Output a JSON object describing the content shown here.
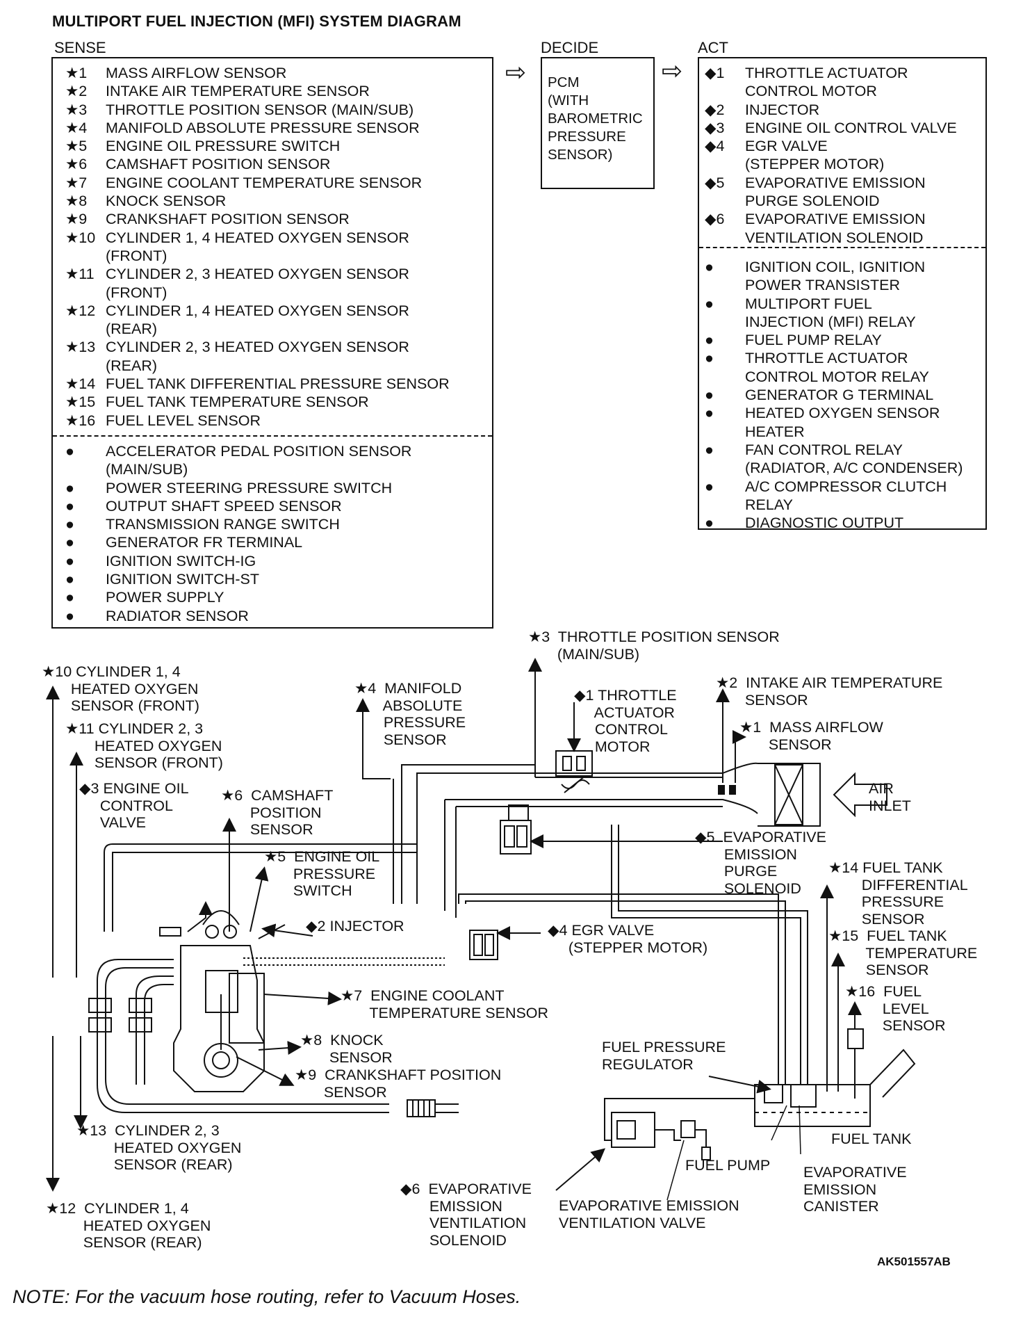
{
  "title": "MULTIPORT FUEL INJECTION (MFI) SYSTEM DIAGRAM",
  "sense": {
    "header": "SENSE",
    "items": [
      {
        "mark": "★1",
        "text": "MASS AIRFLOW SENSOR"
      },
      {
        "mark": "★2",
        "text": "INTAKE AIR TEMPERATURE SENSOR"
      },
      {
        "mark": "★3",
        "text": "THROTTLE POSITION SENSOR (MAIN/SUB)"
      },
      {
        "mark": "★4",
        "text": "MANIFOLD ABSOLUTE PRESSURE SENSOR"
      },
      {
        "mark": "★5",
        "text": "ENGINE OIL PRESSURE SWITCH"
      },
      {
        "mark": "★6",
        "text": "CAMSHAFT POSITION SENSOR"
      },
      {
        "mark": "★7",
        "text": "ENGINE COOLANT TEMPERATURE SENSOR"
      },
      {
        "mark": "★8",
        "text": "KNOCK SENSOR"
      },
      {
        "mark": "★9",
        "text": "CRANKSHAFT POSITION SENSOR"
      },
      {
        "mark": "★10",
        "text": "CYLINDER 1, 4 HEATED OXYGEN SENSOR"
      },
      {
        "mark": "",
        "text": "(FRONT)"
      },
      {
        "mark": "★11",
        "text": "CYLINDER 2, 3 HEATED OXYGEN SENSOR"
      },
      {
        "mark": "",
        "text": "(FRONT)"
      },
      {
        "mark": "★12",
        "text": "CYLINDER 1, 4 HEATED OXYGEN SENSOR"
      },
      {
        "mark": "",
        "text": "(REAR)"
      },
      {
        "mark": "★13",
        "text": "CYLINDER 2, 3 HEATED OXYGEN SENSOR"
      },
      {
        "mark": "",
        "text": "(REAR)"
      },
      {
        "mark": "★14",
        "text": "FUEL TANK DIFFERENTIAL PRESSURE SENSOR"
      },
      {
        "mark": "★15",
        "text": "FUEL TANK TEMPERATURE SENSOR"
      },
      {
        "mark": "★16",
        "text": "FUEL LEVEL SENSOR"
      }
    ],
    "other": [
      {
        "mark": "●",
        "text": "ACCELERATOR PEDAL POSITION SENSOR"
      },
      {
        "mark": "",
        "text": "(MAIN/SUB)"
      },
      {
        "mark": "●",
        "text": "POWER STEERING PRESSURE SWITCH"
      },
      {
        "mark": "●",
        "text": "OUTPUT SHAFT SPEED SENSOR"
      },
      {
        "mark": "●",
        "text": "TRANSMISSION RANGE SWITCH"
      },
      {
        "mark": "●",
        "text": "GENERATOR FR TERMINAL"
      },
      {
        "mark": "●",
        "text": "IGNITION SWITCH-IG"
      },
      {
        "mark": "●",
        "text": "IGNITION SWITCH-ST"
      },
      {
        "mark": "●",
        "text": "POWER SUPPLY"
      },
      {
        "mark": "●",
        "text": "RADIATOR SENSOR"
      }
    ]
  },
  "decide": {
    "header": "DECIDE",
    "lines": [
      "PCM",
      "(WITH",
      "BAROMETRIC",
      "PRESSURE",
      "SENSOR)"
    ]
  },
  "act": {
    "header": "ACT",
    "items": [
      {
        "mark": "◆1",
        "text": "THROTTLE ACTUATOR"
      },
      {
        "mark": "",
        "text": "CONTROL MOTOR"
      },
      {
        "mark": "◆2",
        "text": "INJECTOR"
      },
      {
        "mark": "◆3",
        "text": "ENGINE OIL CONTROL VALVE"
      },
      {
        "mark": "◆4",
        "text": "EGR  VALVE"
      },
      {
        "mark": "",
        "text": "(STEPPER MOTOR)"
      },
      {
        "mark": "◆5",
        "text": "EVAPORATIVE EMISSION"
      },
      {
        "mark": "",
        "text": "PURGE SOLENOID"
      },
      {
        "mark": "◆6",
        "text": "EVAPORATIVE EMISSION"
      },
      {
        "mark": "",
        "text": "VENTILATION SOLENOID"
      }
    ],
    "other": [
      {
        "mark": "●",
        "text": "IGNITION COIL, IGNITION"
      },
      {
        "mark": "",
        "text": "POWER TRANSISTER"
      },
      {
        "mark": "●",
        "text": "MULTIPORT FUEL"
      },
      {
        "mark": "",
        "text": "INJECTION (MFI) RELAY"
      },
      {
        "mark": "●",
        "text": "FUEL PUMP RELAY"
      },
      {
        "mark": "●",
        "text": "THROTTLE ACTUATOR"
      },
      {
        "mark": "",
        "text": "CONTROL MOTOR RELAY"
      },
      {
        "mark": "●",
        "text": "GENERATOR G TERMINAL"
      },
      {
        "mark": "●",
        "text": "HEATED OXYGEN SENSOR"
      },
      {
        "mark": "",
        "text": "HEATER"
      },
      {
        "mark": "●",
        "text": "FAN CONTROL RELAY"
      },
      {
        "mark": "",
        "text": "(RADIATOR, A/C CONDENSER)"
      },
      {
        "mark": "●",
        "text": "A/C COMPRESSOR CLUTCH"
      },
      {
        "mark": "",
        "text": "RELAY"
      },
      {
        "mark": "●",
        "text": "DIAGNOSTIC OUTPUT"
      }
    ]
  },
  "labels": {
    "tps": "★3  THROTTLE POSITION SENSOR\n       (MAIN/SUB)",
    "map": "★4  MANIFOLD\n       ABSOLUTE\n       PRESSURE\n       SENSOR",
    "throttle_motor": "◆1 THROTTLE\n     ACTUATOR\n     CONTROL\n     MOTOR",
    "iat": "★2  INTAKE AIR TEMPERATURE\n       SENSOR",
    "maf": "★1  MASS AIRFLOW\n       SENSOR",
    "air_inlet": "AIR\nINLET",
    "ho2s_10": "★10 CYLINDER 1, 4\n       HEATED OXYGEN\n       SENSOR (FRONT)",
    "ho2s_11": "★11 CYLINDER 2, 3\n       HEATED OXYGEN\n       SENSOR (FRONT)",
    "ocv": "◆3 ENGINE OIL\n     CONTROL\n     VALVE",
    "cmp": "★6  CAMSHAFT\n       POSITION\n       SENSOR",
    "oil_switch": "★5  ENGINE OIL\n       PRESSURE\n       SWITCH",
    "injector": "◆2 INJECTOR",
    "purge": "◆5  EVAPORATIVE\n       EMISSION\n       PURGE\n       SOLENOID",
    "egr": "◆4 EGR VALVE\n     (STEPPER MOTOR)",
    "ftdps": "★14 FUEL TANK\n        DIFFERENTIAL\n        PRESSURE\n        SENSOR",
    "ftts": "★15  FUEL TANK\n         TEMPERATURE\n         SENSOR",
    "fls": "★16  FUEL\n         LEVEL\n         SENSOR",
    "ect": "★7  ENGINE COOLANT\n       TEMPERATURE SENSOR",
    "knock": "★8  KNOCK\n       SENSOR",
    "ckp": "★9  CRANKSHAFT POSITION\n       SENSOR",
    "fpr": "FUEL PRESSURE\nREGULATOR",
    "fuel_tank": "FUEL TANK",
    "fuel_pump": "FUEL PUMP",
    "canister": "EVAPORATIVE\nEMISSION\nCANISTER",
    "vent_valve": "EVAPORATIVE EMISSION\nVENTILATION VALVE",
    "vent_sol": "◆6  EVAPORATIVE\n       EMISSION\n       VENTILATION\n       SOLENOID",
    "ho2s_13": "★13  CYLINDER 2, 3\n         HEATED OXYGEN\n         SENSOR (REAR)",
    "ho2s_12": "★12  CYLINDER 1, 4\n         HEATED OXYGEN\n         SENSOR (REAR)"
  },
  "code": "AK501557AB",
  "note": "NOTE: For the vacuum hose routing, refer to Vacuum Hoses."
}
